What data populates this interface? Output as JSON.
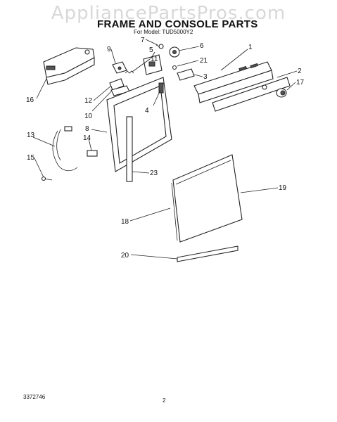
{
  "watermark": "AppliancePartsPros.com",
  "title": "FRAME AND CONSOLE PARTS",
  "model_line": "For Model: TUD5000Y2",
  "footer": {
    "doc_number": "3372746",
    "page_number": "2"
  },
  "callouts": [
    "1",
    "2",
    "3",
    "4",
    "5",
    "6",
    "7",
    "8",
    "9",
    "10",
    "11",
    "12",
    "13",
    "14",
    "15",
    "16",
    "17",
    "18",
    "19",
    "20",
    "21",
    "23"
  ]
}
